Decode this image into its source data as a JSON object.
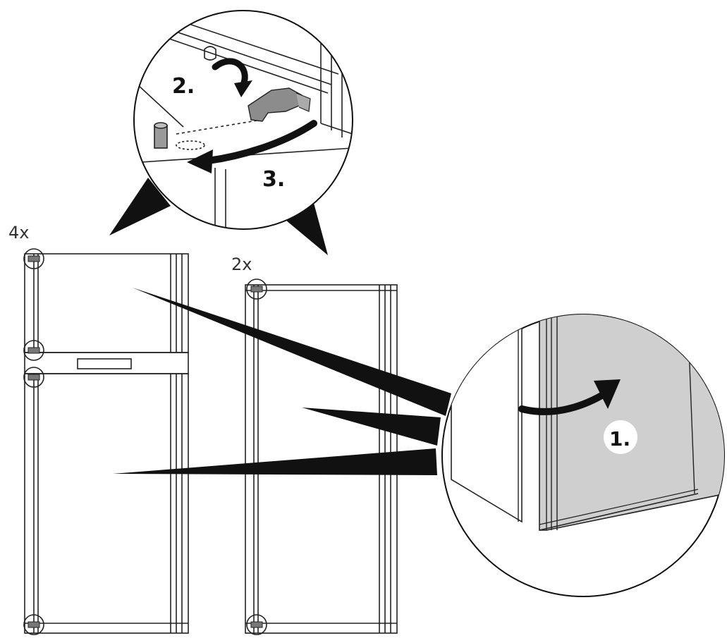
{
  "labels": {
    "count_left": "4x",
    "count_right": "2x",
    "step1": "1.",
    "step2": "2.",
    "step3": "3."
  },
  "colors": {
    "line": "#111111",
    "panel_grey": "#cfcfcf",
    "hinge_grey": "#8c8c8c",
    "background": "#ffffff"
  }
}
